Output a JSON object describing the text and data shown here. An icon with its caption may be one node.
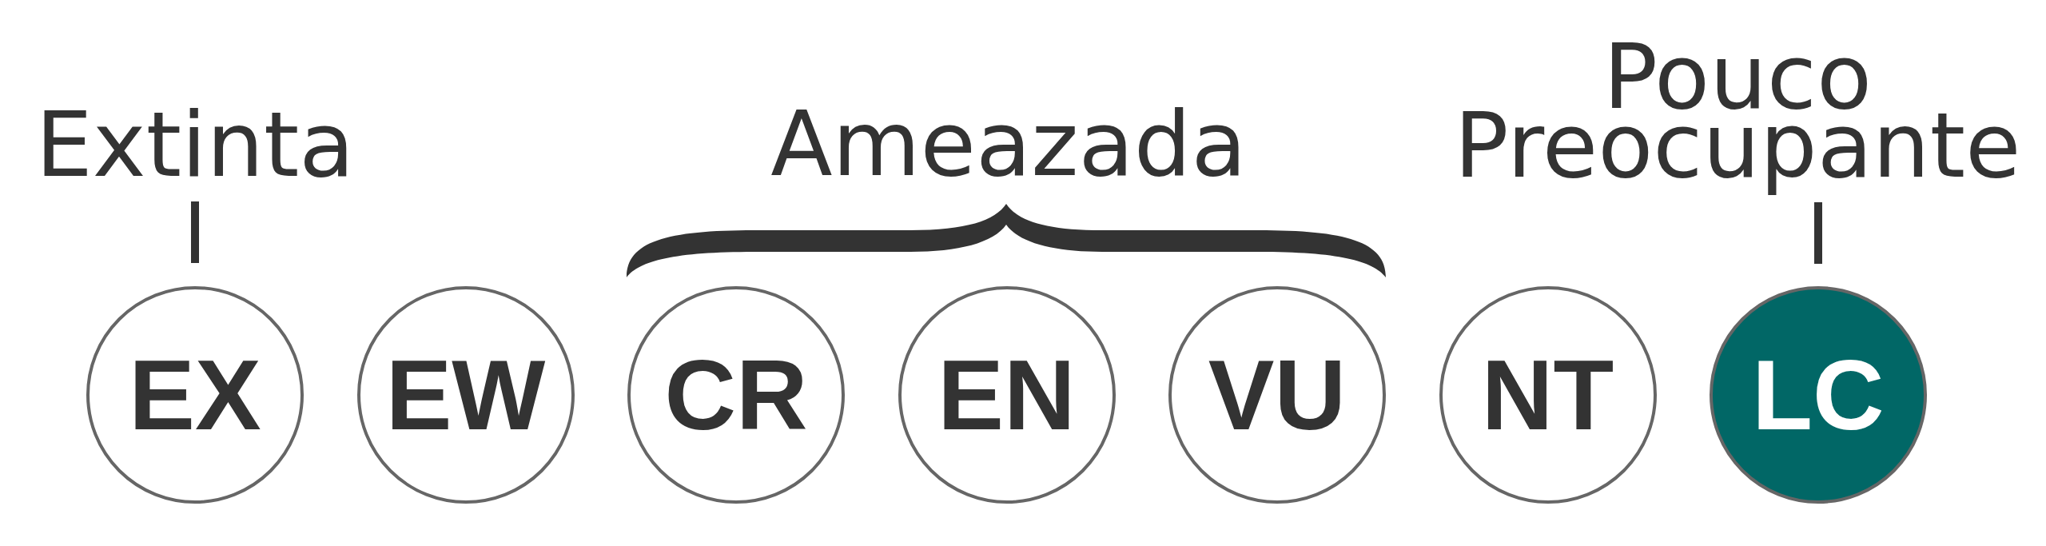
{
  "diagram": {
    "nodes": [
      {
        "text": [
          "Extinta"
        ]
      },
      {
        "text": [
          "Pouco Preocupante"
        ]
      },
      {
        "text": [],
        "shape": "brace"
      },
      {
        "text": [
          "EX"
        ]
      },
      {
        "text": [
          "EW"
        ]
      },
      {
        "text": [
          "CR"
        ]
      },
      {
        "text": [
          "EN"
        ]
      },
      {
        "text": [
          "VU"
        ]
      },
      {
        "text": [
          "NT"
        ]
      },
      {
        "text": [
          "LC"
        ]
      }
    ],
    "edges": [
      {
        "from": 0,
        "to": 3,
        "arrow": "none"
      },
      {
        "from": 1,
        "to": 9,
        "arrow": "none"
      }
    ],
    "labels": [
      "Ameazada"
    ]
  }
}
